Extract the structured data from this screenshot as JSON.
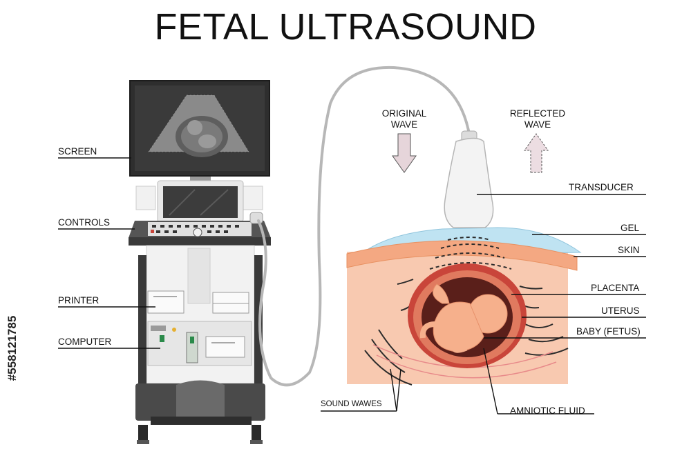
{
  "title": "FETAL ULTRASOUND",
  "labels": {
    "screen": "SCREEN",
    "controls": "CONTROLS",
    "printer": "PRINTER",
    "computer": "COMPUTER",
    "original_wave": "ORIGINAL\nWAVE",
    "reflected_wave": "REFLECTED\nWAVE",
    "transducer": "TRANSDUCER",
    "gel": "GEL",
    "skin": "SKIN",
    "placenta": "PLACENTA",
    "uterus": "UTERUS",
    "baby": "BABY (FETUS)",
    "sound_waves": "SOUND WAWES",
    "amniotic_fluid": "AMNIOTIC FLUID"
  },
  "stock_id": "#558121785",
  "colors": {
    "line": "#111111",
    "machine_dark": "#3a3a3a",
    "machine_light": "#f2f2f2",
    "gel": "#bfe3f2",
    "skin": "#f4b08e",
    "tissue": "#f8c9b0",
    "uterus": "#c9453a",
    "fluid": "#5a1f1a",
    "fetus": "#f6b08c",
    "arrow": "#e6d5da"
  }
}
